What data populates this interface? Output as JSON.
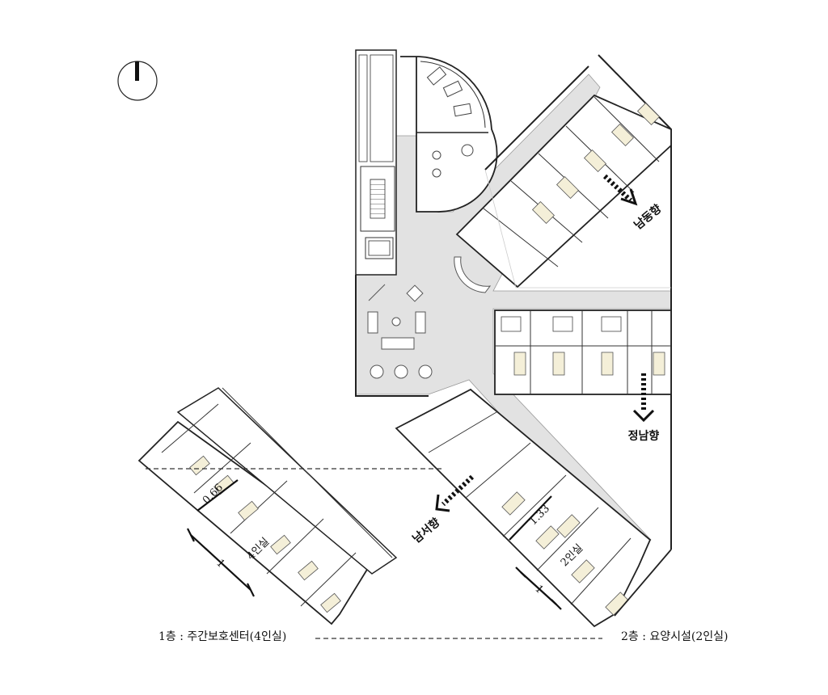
{
  "labels": {
    "floor1_caption": "1층 : 주간보호센터(4인실)",
    "floor2_caption": "2층 : 요양시설(2인실)",
    "dir_southeast": "남동향",
    "dir_south": "정남향",
    "dir_southwest": "남서향",
    "room_4person": "4인실",
    "room_2person": "2인실",
    "dim_066": "0.66",
    "dim_1_left": "1",
    "dim_133": "1.33",
    "dim_1_right": "1"
  },
  "colors": {
    "corridor": "#e2e2e2",
    "bed": "#f4efd8",
    "line": "#222222"
  }
}
